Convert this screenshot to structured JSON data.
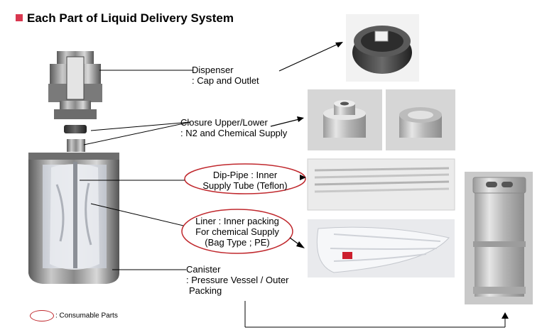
{
  "title": "Each Part of Liquid Delivery System",
  "colors": {
    "accent": "#d9374f",
    "oval": "#c0282d",
    "line": "#000000"
  },
  "parts": {
    "dispenser": {
      "line1": "Dispenser",
      "line2": ": Cap and Outlet"
    },
    "closure": {
      "line1": "Closure Upper/Lower",
      "line2": ": N2 and Chemical Supply"
    },
    "dippipe": {
      "line1": "Dip-Pipe : Inner",
      "line2": "Supply Tube (Teflon)"
    },
    "liner": {
      "line1": "Liner : Inner packing",
      "line2": "For chemical Supply",
      "line3": "(Bag Type ; PE)"
    },
    "canister": {
      "line1": "Canister",
      "line2": ": Pressure Vessel / Outer",
      "line3": "Packing"
    }
  },
  "legend": {
    "text": ": Consumable Parts"
  }
}
